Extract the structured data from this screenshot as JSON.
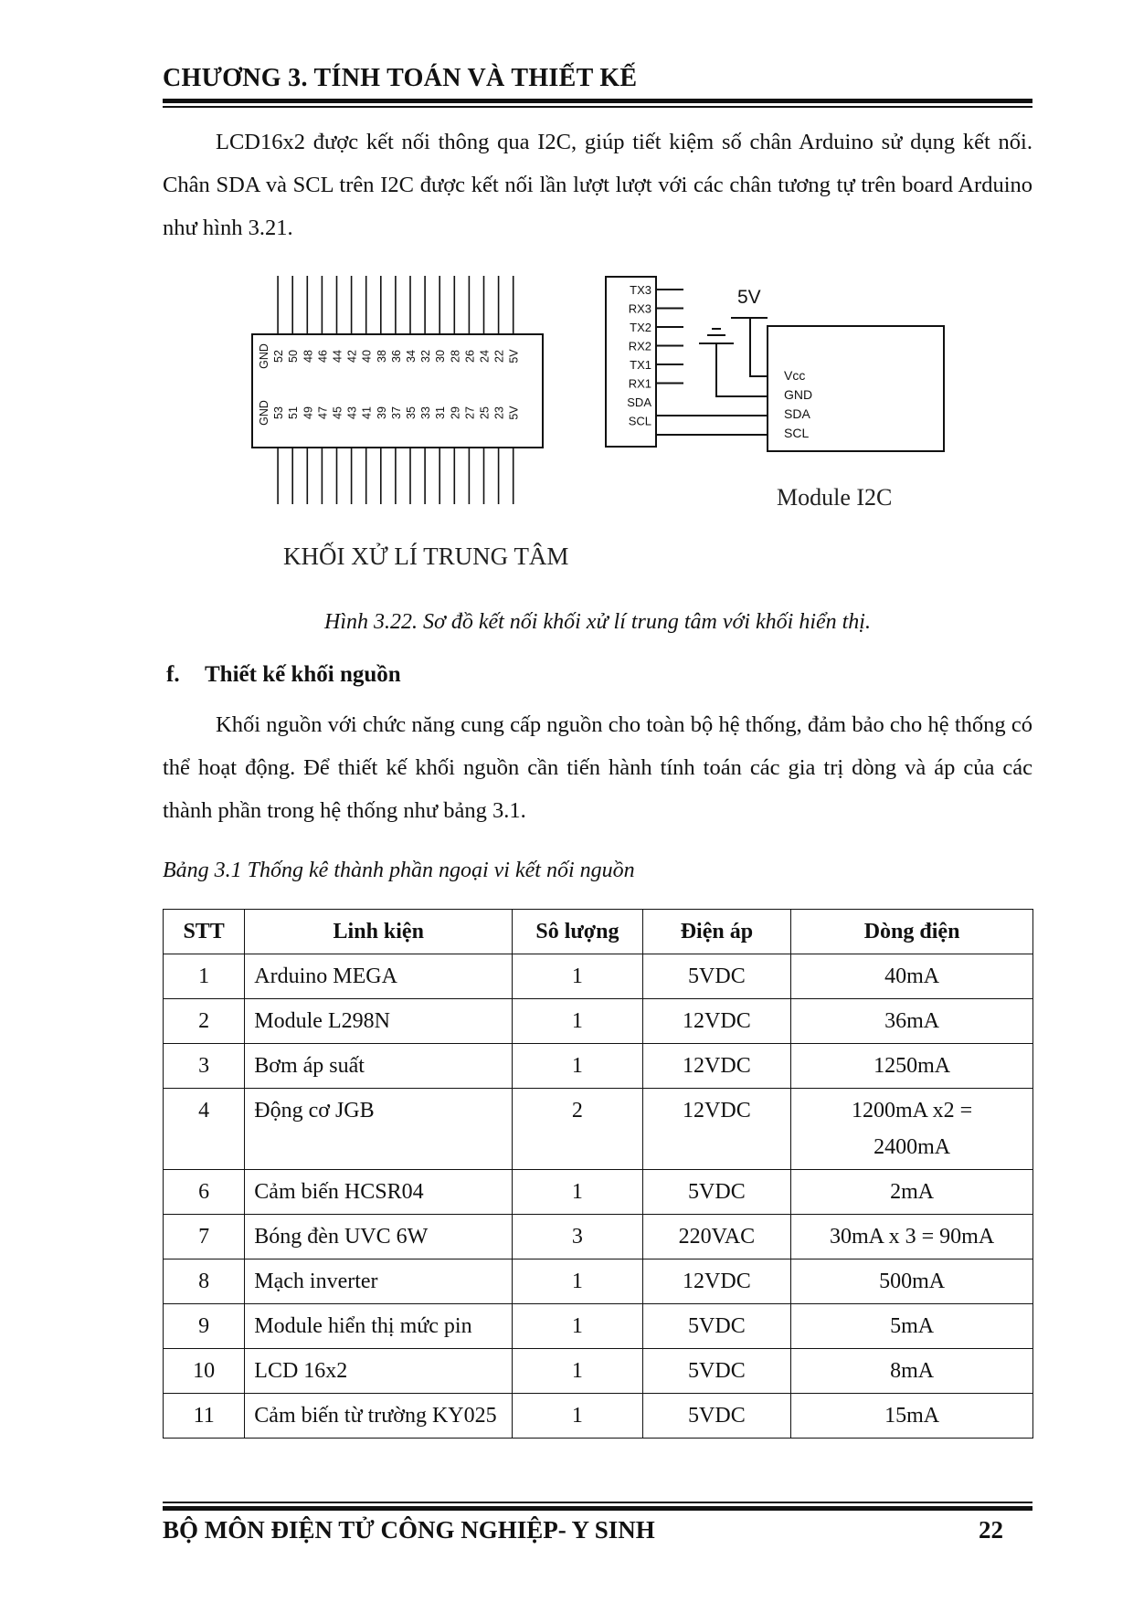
{
  "header": {
    "title": "CHƯƠNG 3. TÍNH TOÁN VÀ THIẾT KẾ"
  },
  "paragraphs": {
    "p1": "LCD16x2 được kết nối thông qua I2C, giúp tiết kiệm số chân Arduino sử dụng kết nối. Chân SDA và SCL trên I2C được kết nối lần lượt lượt với các chân tương tự trên board Arduino như hình 3.21.",
    "p2": "Khối nguồn với chức năng cung cấp nguồn cho toàn bộ hệ thống, đảm bảo cho hệ thống có thể hoạt động. Để thiết kế khối nguồn cần tiến hành tính toán các gia trị dòng và áp của các thành phần trong hệ thống như bảng 3.1."
  },
  "figure": {
    "top_pins": [
      "GND",
      "52",
      "50",
      "48",
      "46",
      "44",
      "42",
      "40",
      "38",
      "36",
      "34",
      "32",
      "30",
      "28",
      "26",
      "24",
      "22",
      "5V"
    ],
    "bottom_pins": [
      "GND",
      "53",
      "51",
      "49",
      "47",
      "45",
      "43",
      "41",
      "39",
      "37",
      "35",
      "33",
      "31",
      "29",
      "27",
      "25",
      "23",
      "5V"
    ],
    "left_block_label": "KHỐI XỬ LÍ TRUNG TÂM",
    "arduino_pins": [
      "TX3",
      "RX3",
      "TX2",
      "RX2",
      "TX1",
      "RX1",
      "SDA",
      "SCL"
    ],
    "supply_label": "5V",
    "module_pins": [
      "Vcc",
      "GND",
      "SDA",
      "SCL"
    ],
    "module_label": "Module I2C",
    "caption": "Hình 3.22. Sơ đồ kết nối khối xử lí trung tâm với khối hiển thị."
  },
  "section": {
    "letter": "f.",
    "title": "Thiết kế khối nguồn"
  },
  "table": {
    "caption": "Bảng 3.1 Thống kê thành phần ngoại vi kết nối nguồn",
    "headers": [
      "STT",
      "Linh kiện",
      "Sô lượng",
      "Điện áp",
      "Dòng điện"
    ],
    "rows": [
      [
        "1",
        "Arduino MEGA",
        "1",
        "5VDC",
        "40mA"
      ],
      [
        "2",
        "Module L298N",
        "1",
        "12VDC",
        "36mA"
      ],
      [
        "3",
        "Bơm áp suất",
        "1",
        "12VDC",
        "1250mA"
      ],
      [
        "4",
        "Động cơ JGB",
        "2",
        "12VDC",
        "1200mA x2 = 2400mA"
      ],
      [
        "6",
        "Cảm biến HCSR04",
        "1",
        "5VDC",
        "2mA"
      ],
      [
        "7",
        "Bóng đèn UVC 6W",
        "3",
        "220VAC",
        "30mA x 3 = 90mA"
      ],
      [
        "8",
        "Mạch inverter",
        "1",
        "12VDC",
        "500mA"
      ],
      [
        "9",
        "Module hiển thị mức pin",
        "1",
        "5VDC",
        "5mA"
      ],
      [
        "10",
        "LCD 16x2",
        "1",
        "5VDC",
        "8mA"
      ],
      [
        "11",
        "Cảm biến từ trường KY025",
        "1",
        "5VDC",
        "15mA"
      ]
    ]
  },
  "footer": {
    "department": "BỘ MÔN ĐIỆN TỬ CÔNG NGHIỆP- Y SINH",
    "page_number": "22"
  }
}
